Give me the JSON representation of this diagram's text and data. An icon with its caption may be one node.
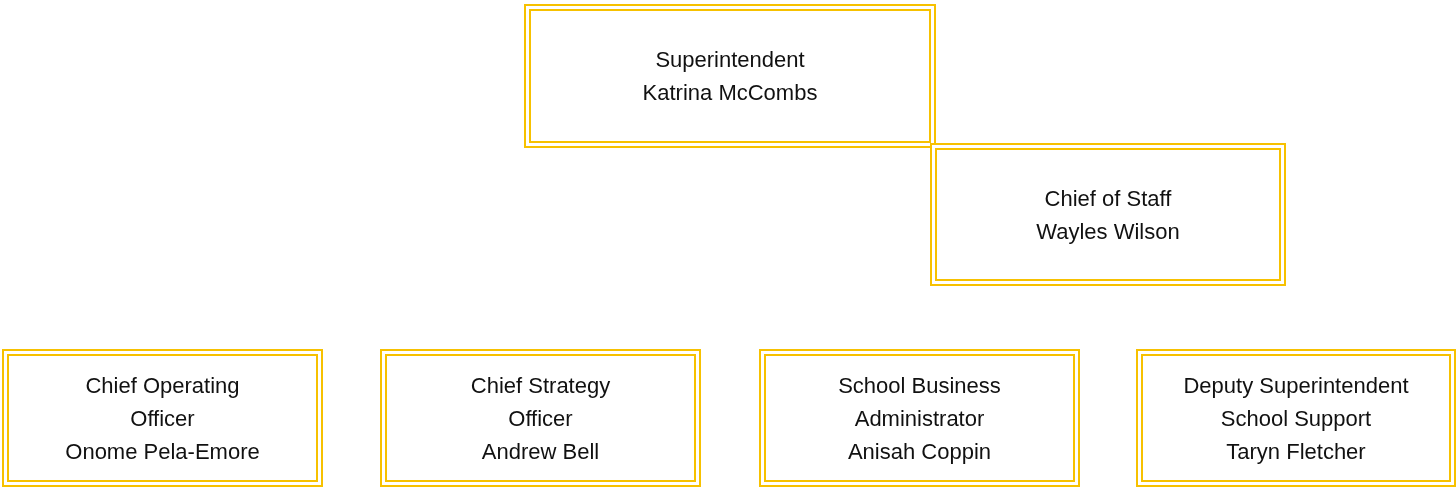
{
  "diagram": {
    "nodes": [
      {
        "text": [
          "Superintendent",
          "Katrina McCombs"
        ]
      },
      {
        "text": [
          "Chief of Staff",
          "Wayles Wilson"
        ]
      },
      {
        "text": [
          "Chief Operating Officer",
          "Onome Pela-Emore"
        ]
      },
      {
        "text": [
          "Chief Strategy Officer",
          "Andrew Bell"
        ]
      },
      {
        "text": [
          "School Business Administrator",
          "Anisah Coppin"
        ]
      },
      {
        "text": [
          "Deputy Superintendent School Support",
          "Taryn Fletcher"
        ]
      }
    ]
  }
}
